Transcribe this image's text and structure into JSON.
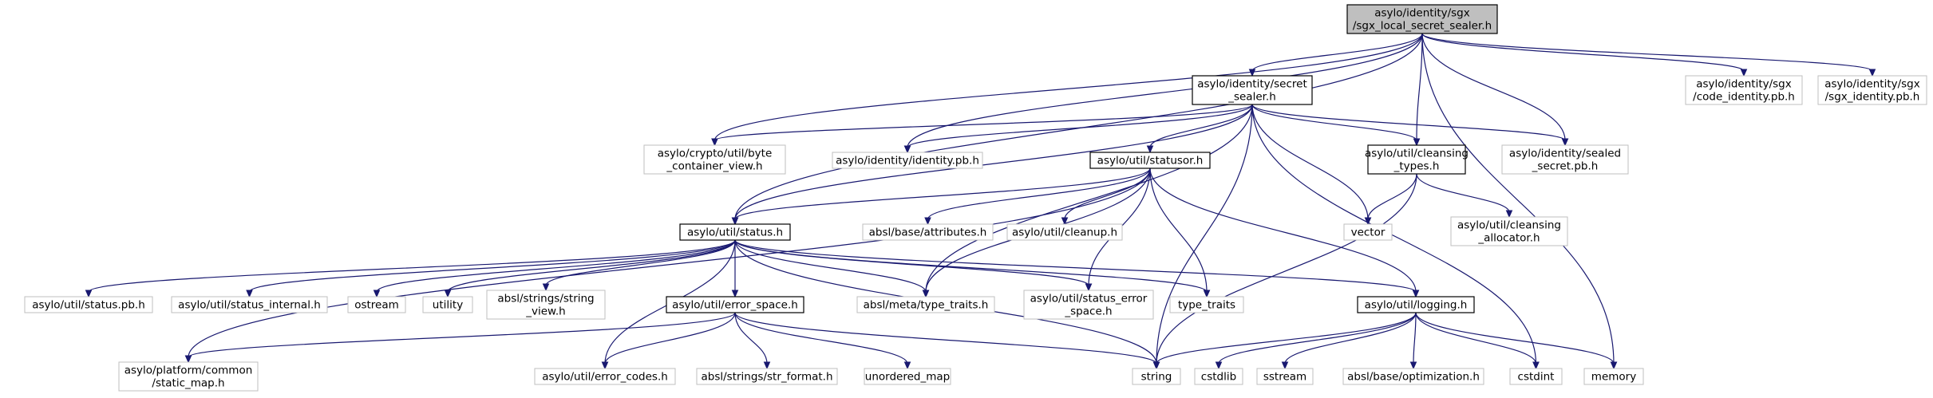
{
  "diagram": {
    "nodes": [
      {
        "id": "root",
        "lines": [
          "asylo/identity/sgx",
          "/sgx_local_secret_sealer.h"
        ],
        "kind": "root"
      },
      {
        "id": "secret_sealer",
        "lines": [
          "asylo/identity/secret",
          "_sealer.h"
        ],
        "kind": "documented"
      },
      {
        "id": "code_identity_pb",
        "lines": [
          "asylo/identity/sgx",
          "/code_identity.pb.h"
        ],
        "kind": "external"
      },
      {
        "id": "sgx_identity_pb",
        "lines": [
          "asylo/identity/sgx",
          "/sgx_identity.pb.h"
        ],
        "kind": "external"
      },
      {
        "id": "byte_container_view",
        "lines": [
          "asylo/crypto/util/byte",
          "_container_view.h"
        ],
        "kind": "external"
      },
      {
        "id": "identity_pb",
        "lines": [
          "asylo/identity/identity.pb.h"
        ],
        "kind": "external"
      },
      {
        "id": "statusor",
        "lines": [
          "asylo/util/statusor.h"
        ],
        "kind": "documented"
      },
      {
        "id": "cleansing_types",
        "lines": [
          "asylo/util/cleansing",
          "_types.h"
        ],
        "kind": "documented"
      },
      {
        "id": "sealed_secret_pb",
        "lines": [
          "asylo/identity/sealed",
          "_secret.pb.h"
        ],
        "kind": "external"
      },
      {
        "id": "status",
        "lines": [
          "asylo/util/status.h"
        ],
        "kind": "documented"
      },
      {
        "id": "attributes",
        "lines": [
          "absl/base/attributes.h"
        ],
        "kind": "external"
      },
      {
        "id": "cleanup",
        "lines": [
          "asylo/util/cleanup.h"
        ],
        "kind": "external"
      },
      {
        "id": "vector",
        "lines": [
          "vector"
        ],
        "kind": "external"
      },
      {
        "id": "cleansing_allocator",
        "lines": [
          "asylo/util/cleansing",
          "_allocator.h"
        ],
        "kind": "external"
      },
      {
        "id": "status_pb",
        "lines": [
          "asylo/util/status.pb.h"
        ],
        "kind": "external"
      },
      {
        "id": "status_internal",
        "lines": [
          "asylo/util/status_internal.h"
        ],
        "kind": "external"
      },
      {
        "id": "ostream",
        "lines": [
          "ostream"
        ],
        "kind": "external"
      },
      {
        "id": "utility",
        "lines": [
          "utility"
        ],
        "kind": "external"
      },
      {
        "id": "string_view",
        "lines": [
          "absl/strings/string",
          "_view.h"
        ],
        "kind": "external"
      },
      {
        "id": "error_space",
        "lines": [
          "asylo/util/error_space.h"
        ],
        "kind": "documented"
      },
      {
        "id": "meta_type_traits",
        "lines": [
          "absl/meta/type_traits.h"
        ],
        "kind": "external"
      },
      {
        "id": "status_error_space",
        "lines": [
          "asylo/util/status_error",
          "_space.h"
        ],
        "kind": "external"
      },
      {
        "id": "type_traits",
        "lines": [
          "type_traits"
        ],
        "kind": "external"
      },
      {
        "id": "logging",
        "lines": [
          "asylo/util/logging.h"
        ],
        "kind": "documented"
      },
      {
        "id": "static_map",
        "lines": [
          "asylo/platform/common",
          "/static_map.h"
        ],
        "kind": "external"
      },
      {
        "id": "error_codes",
        "lines": [
          "asylo/util/error_codes.h"
        ],
        "kind": "external"
      },
      {
        "id": "str_format",
        "lines": [
          "absl/strings/str_format.h"
        ],
        "kind": "external"
      },
      {
        "id": "unordered_map",
        "lines": [
          "unordered_map"
        ],
        "kind": "external"
      },
      {
        "id": "string",
        "lines": [
          "string"
        ],
        "kind": "external"
      },
      {
        "id": "cstdlib",
        "lines": [
          "cstdlib"
        ],
        "kind": "external"
      },
      {
        "id": "sstream",
        "lines": [
          "sstream"
        ],
        "kind": "external"
      },
      {
        "id": "optimization",
        "lines": [
          "absl/base/optimization.h"
        ],
        "kind": "external"
      },
      {
        "id": "cstdint",
        "lines": [
          "cstdint"
        ],
        "kind": "external"
      },
      {
        "id": "memory",
        "lines": [
          "memory"
        ],
        "kind": "external"
      }
    ],
    "edges": [
      [
        "root",
        "secret_sealer"
      ],
      [
        "root",
        "code_identity_pb"
      ],
      [
        "root",
        "sgx_identity_pb"
      ],
      [
        "root",
        "byte_container_view"
      ],
      [
        "root",
        "identity_pb"
      ],
      [
        "root",
        "status"
      ],
      [
        "root",
        "cleansing_types"
      ],
      [
        "root",
        "sealed_secret_pb"
      ],
      [
        "root",
        "memory"
      ],
      [
        "secret_sealer",
        "byte_container_view"
      ],
      [
        "secret_sealer",
        "identity_pb"
      ],
      [
        "secret_sealer",
        "statusor"
      ],
      [
        "secret_sealer",
        "cleansing_types"
      ],
      [
        "secret_sealer",
        "sealed_secret_pb"
      ],
      [
        "secret_sealer",
        "status"
      ],
      [
        "secret_sealer",
        "vector"
      ],
      [
        "secret_sealer",
        "string"
      ],
      [
        "secret_sealer",
        "cstdint"
      ],
      [
        "secret_sealer",
        "meta_type_traits"
      ],
      [
        "statusor",
        "status"
      ],
      [
        "statusor",
        "attributes"
      ],
      [
        "statusor",
        "cleanup"
      ],
      [
        "statusor",
        "meta_type_traits"
      ],
      [
        "statusor",
        "status_error_space"
      ],
      [
        "statusor",
        "type_traits"
      ],
      [
        "statusor",
        "logging"
      ],
      [
        "statusor",
        "static_map"
      ],
      [
        "cleansing_types",
        "vector"
      ],
      [
        "cleansing_types",
        "cleansing_allocator"
      ],
      [
        "cleansing_types",
        "string"
      ],
      [
        "status",
        "status_pb"
      ],
      [
        "status",
        "status_internal"
      ],
      [
        "status",
        "ostream"
      ],
      [
        "status",
        "utility"
      ],
      [
        "status",
        "string_view"
      ],
      [
        "status",
        "error_space"
      ],
      [
        "status",
        "meta_type_traits"
      ],
      [
        "status",
        "status_error_space"
      ],
      [
        "status",
        "type_traits"
      ],
      [
        "status",
        "logging"
      ],
      [
        "status",
        "error_codes"
      ],
      [
        "status",
        "string"
      ],
      [
        "error_space",
        "static_map"
      ],
      [
        "error_space",
        "error_codes"
      ],
      [
        "error_space",
        "str_format"
      ],
      [
        "error_space",
        "unordered_map"
      ],
      [
        "error_space",
        "string"
      ],
      [
        "logging",
        "string"
      ],
      [
        "logging",
        "cstdlib"
      ],
      [
        "logging",
        "sstream"
      ],
      [
        "logging",
        "optimization"
      ],
      [
        "logging",
        "cstdint"
      ],
      [
        "logging",
        "memory"
      ]
    ]
  }
}
